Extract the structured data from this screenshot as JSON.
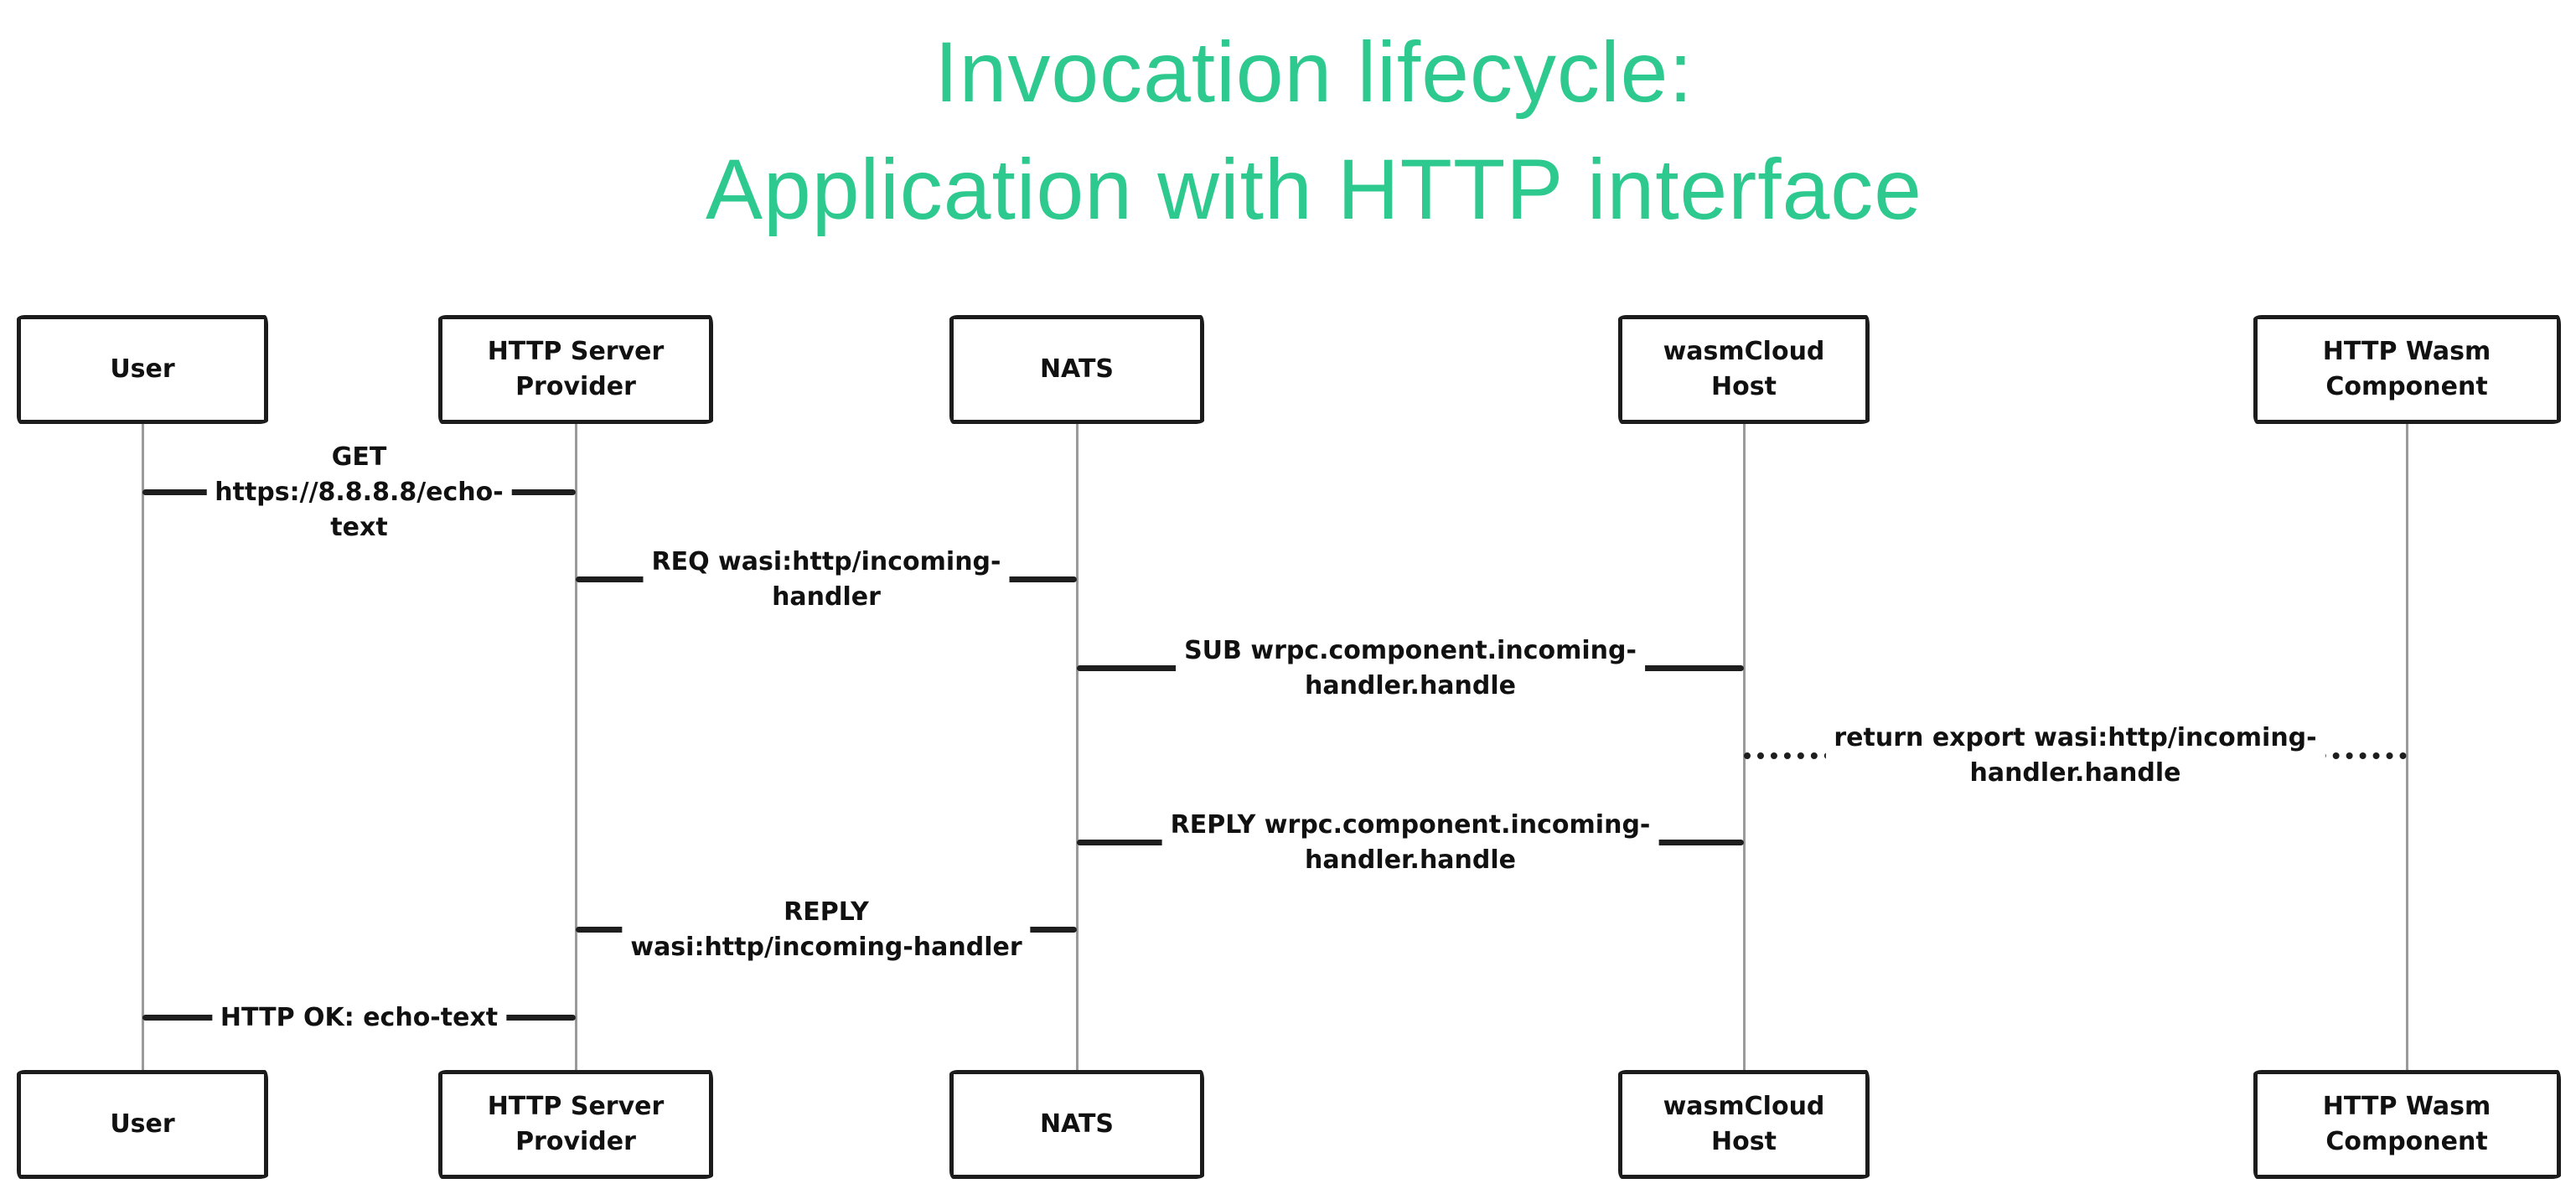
{
  "title": {
    "lines": [
      "Invocation lifecycle:",
      "Application with HTTP interface"
    ],
    "color": "#2DC98E"
  },
  "diagram": {
    "type": "sequence-diagram",
    "style": "hand-drawn",
    "line_color": "#1e1e1e",
    "lifeline_color": "#9a9a9a",
    "actors": [
      {
        "id": "user",
        "label": "User"
      },
      {
        "id": "http-server-provider",
        "label": "HTTP Server Provider"
      },
      {
        "id": "nats",
        "label": "NATS"
      },
      {
        "id": "wasmcloud-host",
        "label": "wasmCloud Host"
      },
      {
        "id": "http-wasm-component",
        "label": "HTTP Wasm Component"
      }
    ],
    "messages": [
      {
        "from": "user",
        "to": "http-server-provider",
        "line_style": "solid",
        "label": "GET https://8.8.8.8/echo-text",
        "display_lines": [
          "GET",
          "https://8.8.8.8/echo-",
          "text"
        ]
      },
      {
        "from": "http-server-provider",
        "to": "nats",
        "line_style": "solid",
        "label": "REQ wasi:http/incoming-handler",
        "display_lines": [
          "REQ wasi:http/incoming-",
          "handler"
        ]
      },
      {
        "from": "nats",
        "to": "wasmcloud-host",
        "line_style": "solid",
        "label": "SUB wrpc.component.incoming-handler.handle",
        "display_lines": [
          "SUB wrpc.component.incoming-",
          "handler.handle"
        ]
      },
      {
        "from": "wasmcloud-host",
        "to": "http-wasm-component",
        "line_style": "dotted",
        "label": "return export wasi:http/incoming-handler.handle",
        "display_lines": [
          "return export wasi:http/incoming-",
          "handler.handle"
        ]
      },
      {
        "from": "wasmcloud-host",
        "to": "nats",
        "line_style": "solid",
        "label": "REPLY wrpc.component.incoming-handler.handle",
        "display_lines": [
          "REPLY wrpc.component.incoming-",
          "handler.handle"
        ]
      },
      {
        "from": "nats",
        "to": "http-server-provider",
        "line_style": "solid",
        "label": "REPLY wasi:http/incoming-handler",
        "display_lines": [
          "REPLY",
          "wasi:http/incoming-handler"
        ]
      },
      {
        "from": "http-server-provider",
        "to": "user",
        "line_style": "solid",
        "label": "HTTP OK: echo-text",
        "display_lines": [
          "HTTP OK: echo-text"
        ]
      }
    ]
  }
}
